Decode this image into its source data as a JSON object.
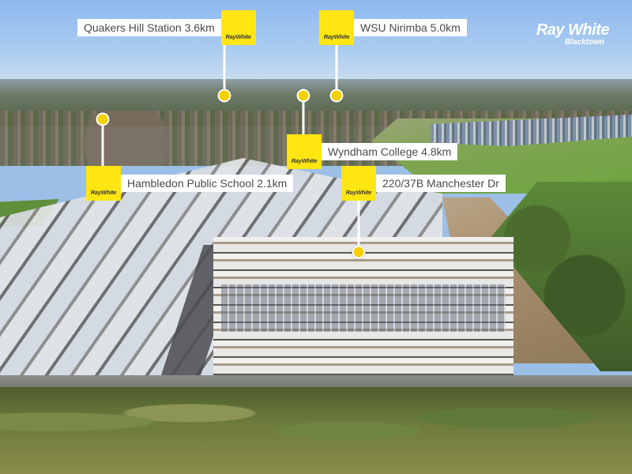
{
  "image": {
    "description": "Aerial drone photo of an apartment complex with location callouts",
    "colors": {
      "brand_yellow": "#ffe512",
      "pin_yellow": "#f5cf08",
      "label_bg": "#ffffff",
      "label_text": "#4a4a4a",
      "sky": "#a9cbf0"
    }
  },
  "brand": {
    "name": "Ray White",
    "office": "Blacktown"
  },
  "badge": {
    "text": "RayWhite"
  },
  "callouts": [
    {
      "id": "quakers-hill",
      "label": "Quakers Hill Station 3.6km"
    },
    {
      "id": "wsu-nirimba",
      "label": "WSU Nirimba 5.0km"
    },
    {
      "id": "wyndham-college",
      "label": "Wyndham College 4.8km"
    },
    {
      "id": "hambledon",
      "label": "Hambledon Public School 2.1km"
    },
    {
      "id": "property",
      "label": "220/37B Manchester Dr"
    }
  ]
}
